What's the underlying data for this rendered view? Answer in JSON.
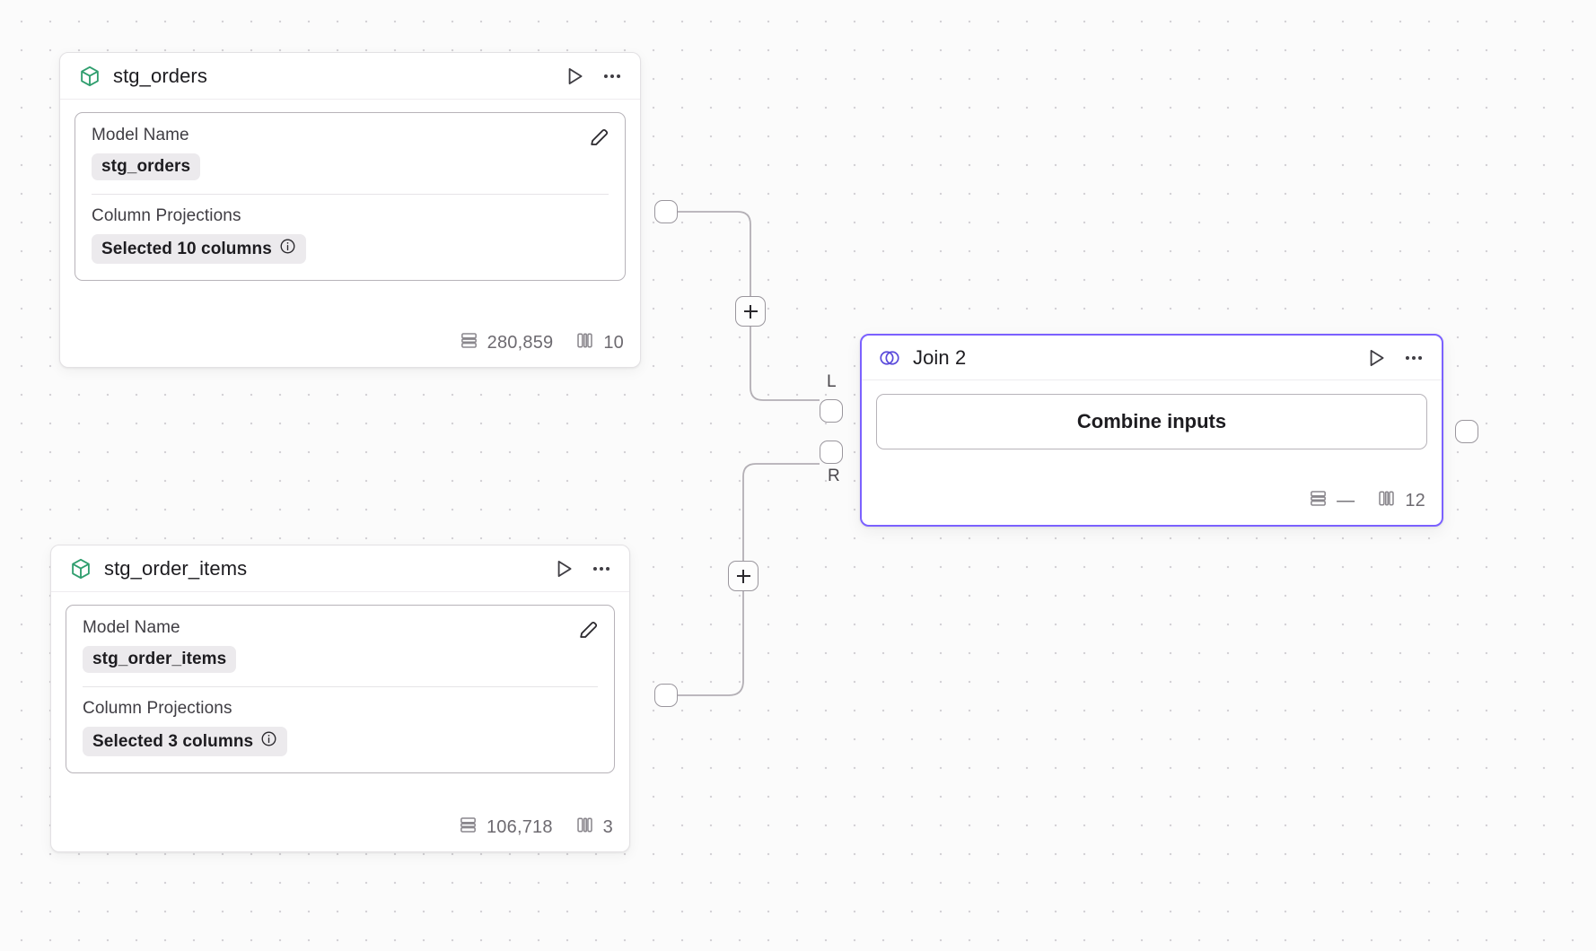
{
  "canvas": {
    "background_color": "#fbfbfb",
    "dot_color": "#d4d2d6",
    "accent_color": "#7b61ff",
    "model_icon_color": "#2f9e6e"
  },
  "nodes": [
    {
      "id": "stg_orders",
      "title": "stg_orders",
      "icon": "cube-icon",
      "selected": false,
      "fields": {
        "model_name_label": "Model Name",
        "model_name_value": "stg_orders",
        "column_projections_label": "Column Projections",
        "column_projections_value": "Selected 10 columns"
      },
      "stats": {
        "rows": "280,859",
        "columns": "10"
      }
    },
    {
      "id": "stg_order_items",
      "title": "stg_order_items",
      "icon": "cube-icon",
      "selected": false,
      "fields": {
        "model_name_label": "Model Name",
        "model_name_value": "stg_order_items",
        "column_projections_label": "Column Projections",
        "column_projections_value": "Selected 3 columns"
      },
      "stats": {
        "rows": "106,718",
        "columns": "3"
      }
    },
    {
      "id": "join_2",
      "title": "Join 2",
      "icon": "venn-join-icon",
      "selected": true,
      "body_button_label": "Combine inputs",
      "stats": {
        "rows": "—",
        "columns": "12"
      },
      "input_ports": [
        {
          "id": "left",
          "label": "L"
        },
        {
          "id": "right",
          "label": "R"
        }
      ]
    }
  ],
  "edge_buttons": [
    {
      "id": "add-node-top",
      "label": "+"
    },
    {
      "id": "add-node-bottom",
      "label": "+"
    }
  ],
  "icon_names": {
    "run": "play-icon",
    "more": "more-options-icon",
    "edit": "pencil-icon",
    "info": "info-icon",
    "rows": "rows-icon",
    "columns": "columns-icon"
  }
}
